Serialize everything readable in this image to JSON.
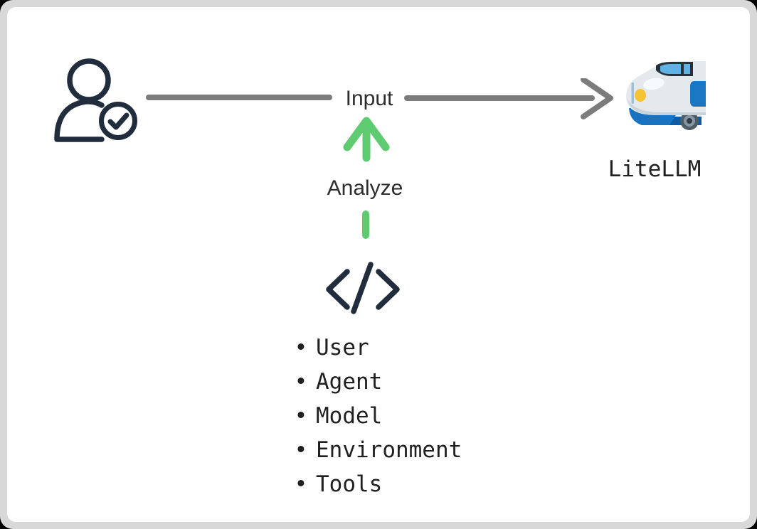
{
  "colors": {
    "frame_gray": "#d8d8d8",
    "card_bg": "#ffffff",
    "icon_navy": "#212d3d",
    "arrow_gray": "#7c7c7c",
    "accent_green": "#5ecb71",
    "text_dark": "#2e2e2e",
    "mono_text": "#202020",
    "train_blue": "#1b76c4",
    "train_yellow": "#f5c432"
  },
  "diagram": {
    "flow_label": "Input",
    "analyze_label": "Analyze",
    "target_label": "LiteLLM",
    "bullet": "•",
    "analysis_items": [
      "User",
      "Agent",
      "Model",
      "Environment",
      "Tools"
    ],
    "icons": {
      "actor": "user-check-icon",
      "target": "bullet-train-emoji",
      "analysis": "code-icon",
      "analyze_arrow": "green-up-arrow-icon"
    }
  }
}
